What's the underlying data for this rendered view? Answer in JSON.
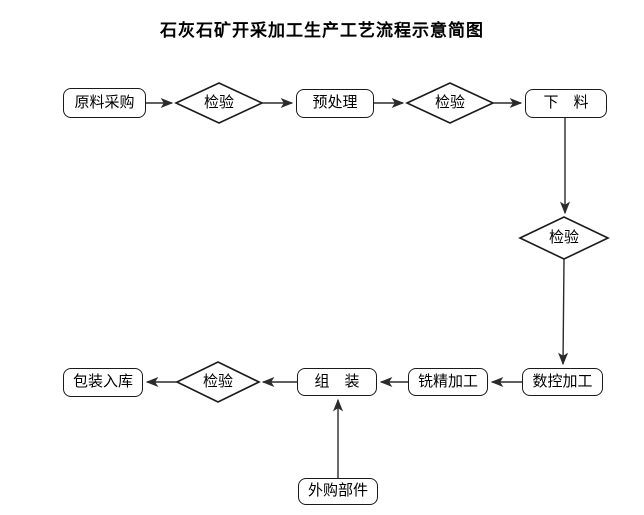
{
  "title": "石灰石矿开采加工生产工艺流程示意简图",
  "nodes": {
    "raw_material": {
      "label": "原料采购"
    },
    "inspect1": {
      "label": "检验"
    },
    "pretreatment": {
      "label": "预处理"
    },
    "inspect2": {
      "label": "检验"
    },
    "blanking": {
      "label": "下　料"
    },
    "inspect3": {
      "label": "检验"
    },
    "cnc": {
      "label": "数控加工"
    },
    "milling": {
      "label": "铣精加工"
    },
    "assembly": {
      "label": "组　装"
    },
    "inspect4": {
      "label": "检验"
    },
    "packaging": {
      "label": "包装入库"
    },
    "purchased": {
      "label": "外购部件"
    }
  }
}
